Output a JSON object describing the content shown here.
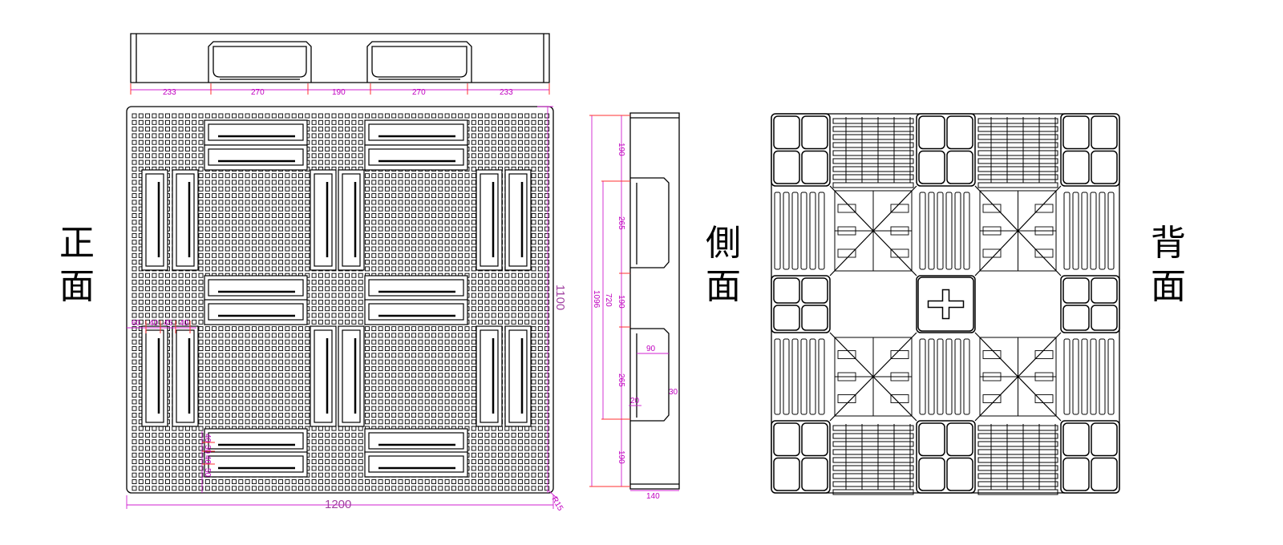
{
  "views": {
    "front": {
      "label_1": "正",
      "label_2": "面"
    },
    "side": {
      "label_1": "側",
      "label_2": "面"
    },
    "back": {
      "label_1": "背",
      "label_2": "面"
    }
  },
  "dimensions": {
    "top_view": [
      "233",
      "270",
      "190",
      "270",
      "233"
    ],
    "front_width": "1200",
    "front_height": "1100",
    "corner_radius": "R15",
    "front_detail_horizontal": [
      "60",
      "40",
      "45",
      "40"
    ],
    "front_detail_vertical": [
      "40",
      "30",
      "40",
      "50"
    ],
    "side_segments": [
      "190",
      "265",
      "190",
      "265",
      "190"
    ],
    "side_inner": "720",
    "side_total": "1096",
    "side_depth": "140",
    "side_block_width": "90",
    "side_slot_width": "20",
    "side_edge": "30"
  },
  "colors": {
    "line": "#000000",
    "dimension": "#c000c0",
    "extension": "#ff3030"
  }
}
